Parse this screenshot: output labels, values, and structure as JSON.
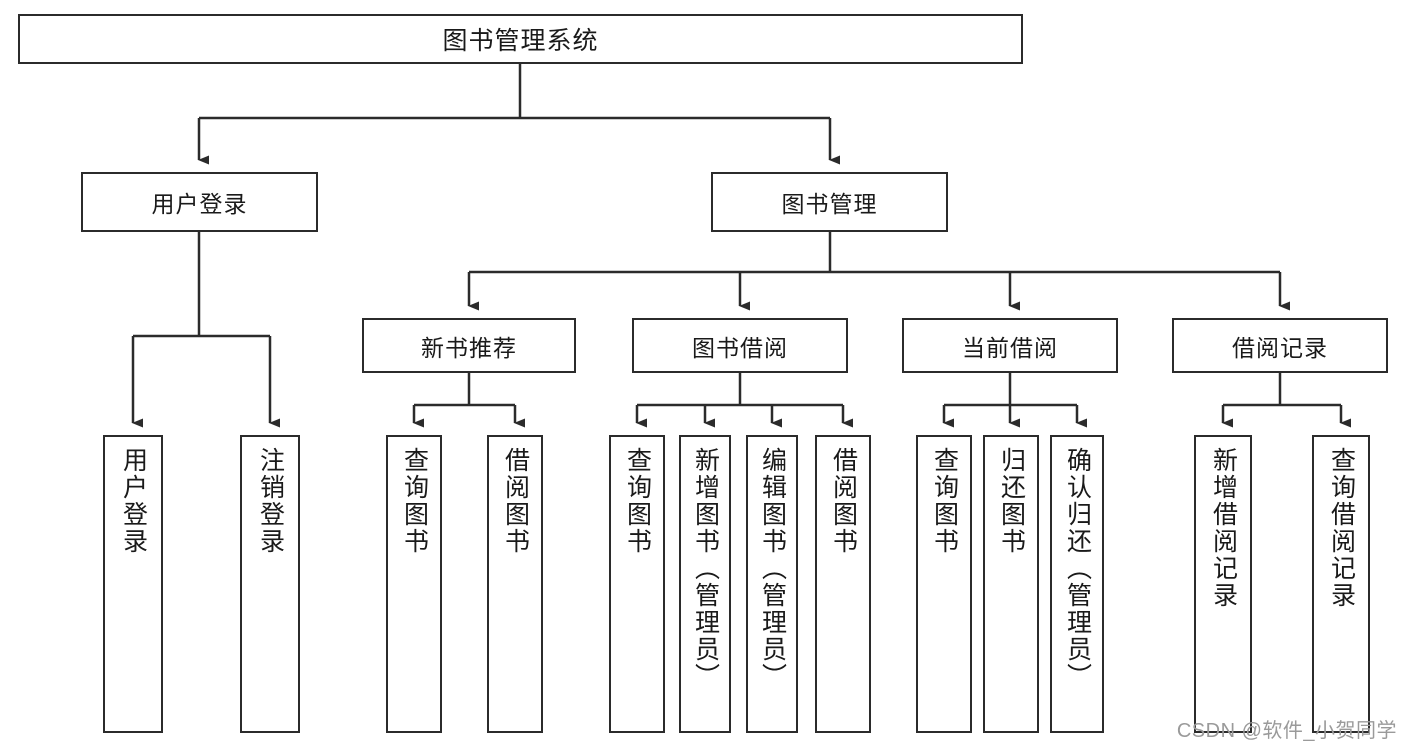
{
  "diagram": {
    "title": "图书管理系统",
    "type": "tree-hierarchy",
    "root": {
      "label": "图书管理系统"
    },
    "level2": [
      {
        "label": "用户登录"
      },
      {
        "label": "图书管理"
      }
    ],
    "level3": [
      {
        "label": "新书推荐"
      },
      {
        "label": "图书借阅"
      },
      {
        "label": "当前借阅"
      },
      {
        "label": "借阅记录"
      }
    ],
    "leaves": {
      "user_login": [
        {
          "label": "用户登录"
        },
        {
          "label": "注销登录"
        }
      ],
      "new_book_recommend": [
        {
          "label": "查询图书"
        },
        {
          "label": "借阅图书"
        }
      ],
      "book_borrow": [
        {
          "label": "查询图书"
        },
        {
          "label": "新增图书（管理员）"
        },
        {
          "label": "编辑图书（管理员）"
        },
        {
          "label": "借阅图书"
        }
      ],
      "current_borrow": [
        {
          "label": "查询图书"
        },
        {
          "label": "归还图书"
        },
        {
          "label": "确认归还（管理员）"
        }
      ],
      "borrow_record": [
        {
          "label": "新增借阅记录"
        },
        {
          "label": "查询借阅记录"
        }
      ]
    }
  },
  "watermark": {
    "text": "CSDN @软件_小贺同学"
  },
  "colors": {
    "stroke": "#2b2b2b",
    "background": "#ffffff",
    "text": "#1a1a1a",
    "watermark": "#9a9a9a"
  }
}
